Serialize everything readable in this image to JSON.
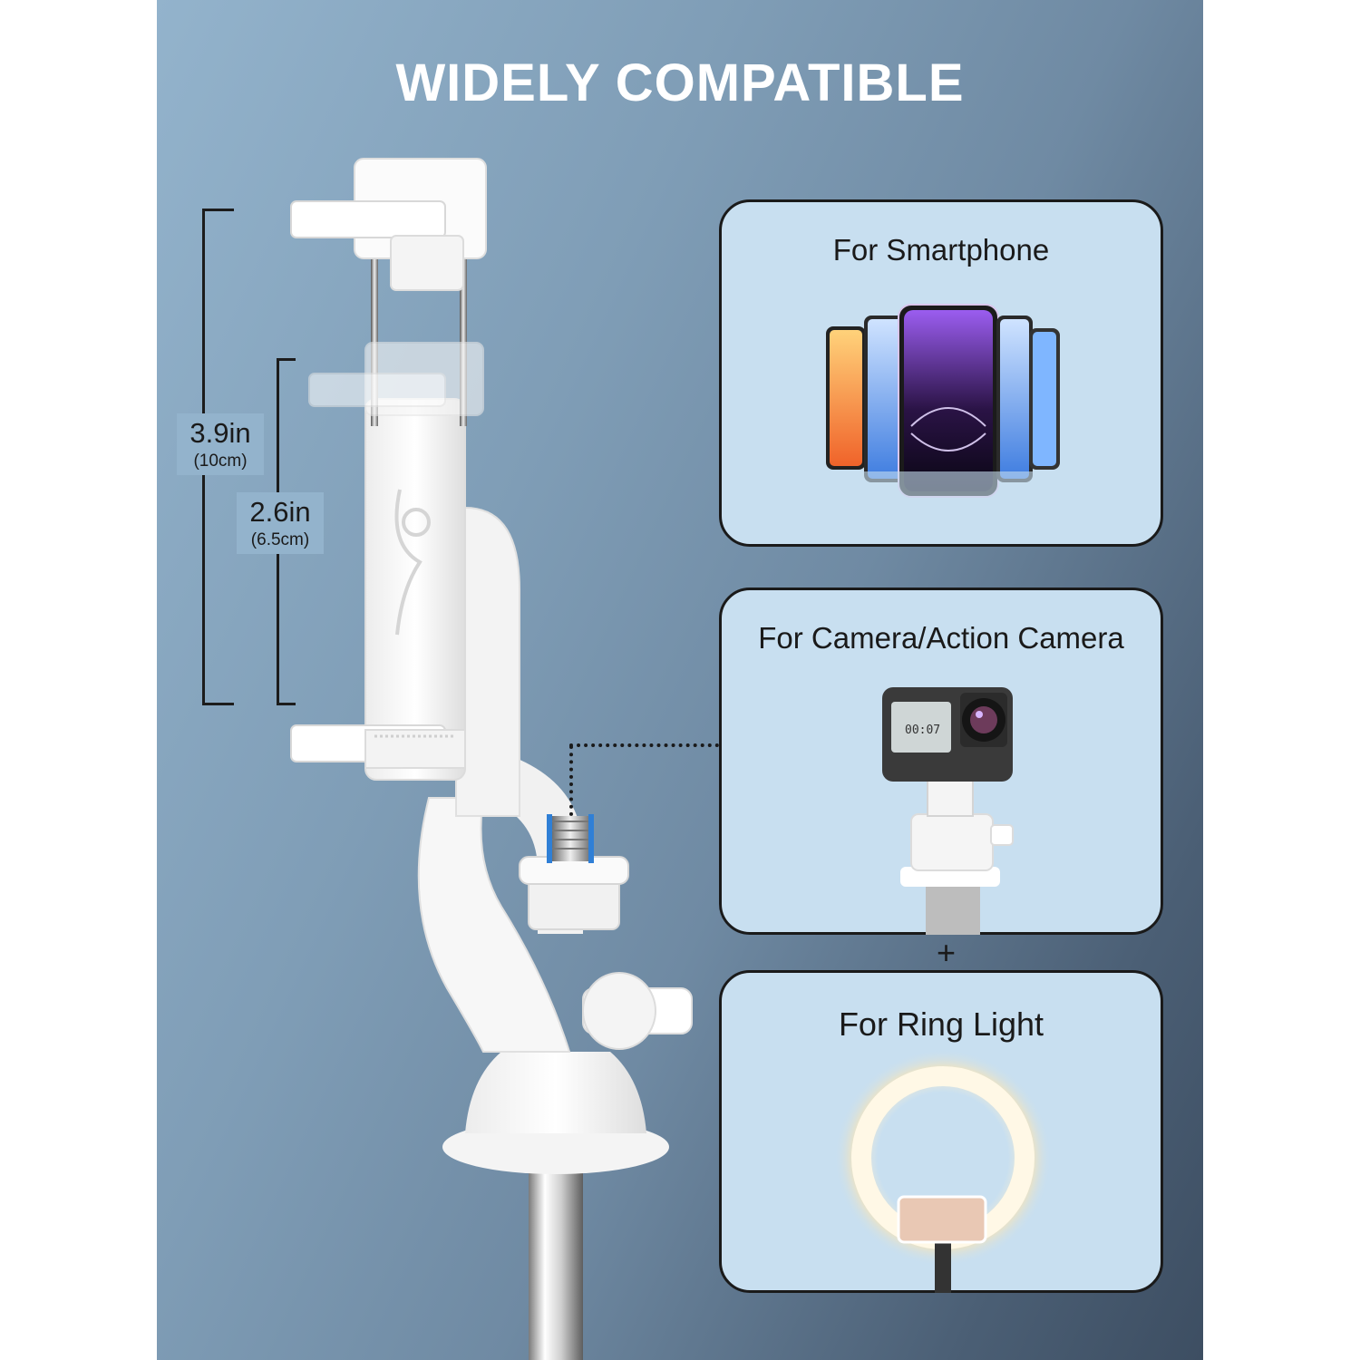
{
  "title": "WIDELY COMPATIBLE",
  "dimensions": {
    "outer": {
      "main": "3.9in",
      "sub": "(10cm)"
    },
    "inner": {
      "main": "2.6in",
      "sub": "(6.5cm)"
    }
  },
  "cards": {
    "smartphone": {
      "title": "For Smartphone"
    },
    "camera": {
      "title": "For Camera/Action Camera",
      "screen_time": "00:07"
    },
    "ring_light": {
      "title": "For Ring Light"
    }
  },
  "plus_sign": "+",
  "colors": {
    "background_light": "#93b3cc",
    "background_dark": "#3d4e62",
    "card_fill": "#c8dff0",
    "accent_blue": "#2f7fd6"
  }
}
